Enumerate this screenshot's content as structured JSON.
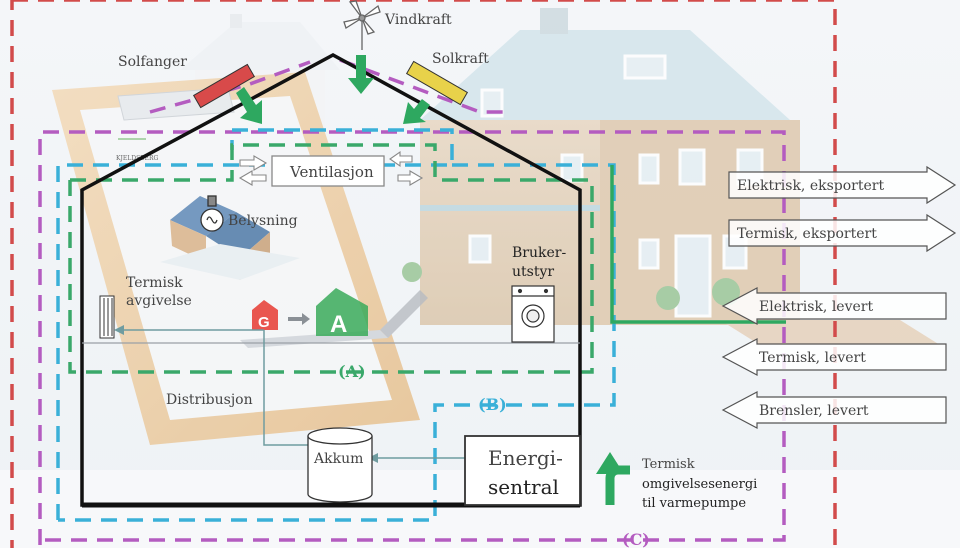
{
  "labels": {
    "vindkraft": "Vindkraft",
    "solfanger": "Solfanger",
    "solkraft": "Solkraft",
    "ventilasjon": "Ventilasjon",
    "belysning": "Belysning",
    "termisk_avgivelse_1": "Termisk",
    "termisk_avgivelse_2": "avgivelse",
    "bruker_1": "Bruker-",
    "bruker_2": "utstyr",
    "distribusjon": "Distribusjon",
    "akkum": "Akkum",
    "energi_1": "Energi-",
    "energi_2": "sentral",
    "omgivelse_1": "Termisk",
    "omgivelse_2": "omgivelsesenergi",
    "omgivelse_3": "til varmepumpe",
    "boundary_a": "(A)",
    "boundary_b": "(B)",
    "boundary_c": "(C)",
    "energy_class_from": "G",
    "energy_class_to": "A",
    "clipboard_brand": "KJELDSBERG"
  },
  "flows": [
    {
      "label": "Elektrisk, eksportert",
      "direction": "out"
    },
    {
      "label": "Termisk, eksportert",
      "direction": "out"
    },
    {
      "label": "Elektrisk, levert",
      "direction": "in"
    },
    {
      "label": "Termisk, levert",
      "direction": "in"
    },
    {
      "label": "Brensler, levert",
      "direction": "in"
    }
  ],
  "colors": {
    "boundary_a": "#3aa86a",
    "boundary_b": "#3ab0d8",
    "boundary_c": "#b45cc0",
    "boundary_red": "#d24b4b",
    "green_arrow": "#2ea860",
    "house_outline": "#111111",
    "solar_thermal": "#d84a4a",
    "solar_pv": "#e8d24a",
    "energy_class_g": "#e8453c",
    "energy_class_a": "#3aaa5a"
  }
}
